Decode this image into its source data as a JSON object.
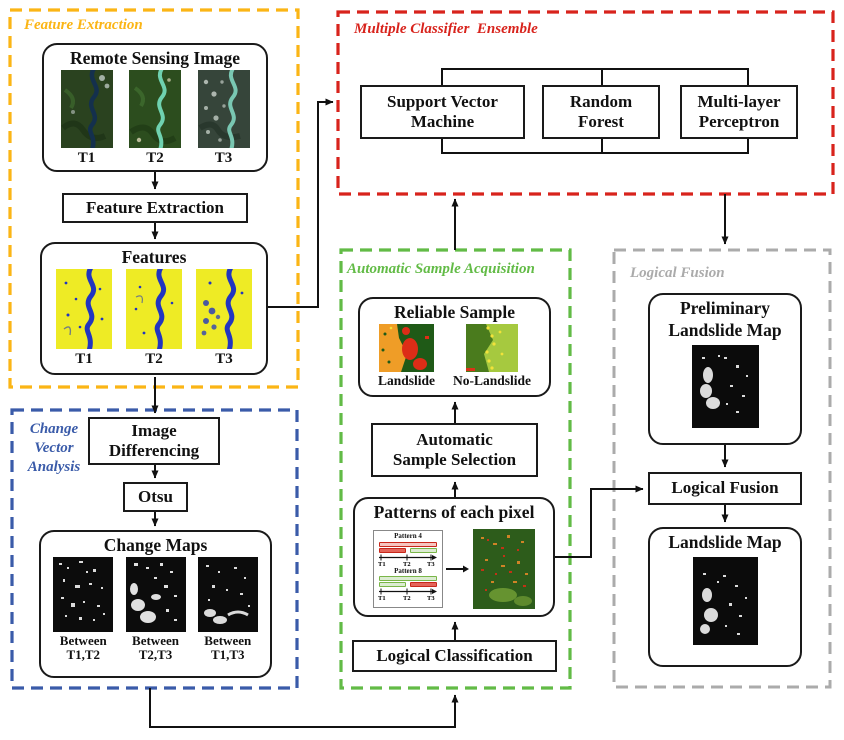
{
  "groups": {
    "feature_extraction": {
      "title": "Feature Extraction",
      "color": "#FBB515"
    },
    "classifier_ensemble": {
      "title": "Multiple Classifier  Ensemble",
      "color": "#D8231C"
    },
    "change_vector_analysis": {
      "title": "Change\nVector\nAnalysis",
      "color": "#3A5BA9"
    },
    "sample_acquisition": {
      "title": "Automatic Sample Acquisition",
      "color": "#62BB46"
    },
    "logical_fusion": {
      "title": "Logical Fusion",
      "color": "#ABABAB"
    }
  },
  "nodes": {
    "remote_sensing_image": {
      "title": "Remote Sensing Image",
      "labels": [
        "T1",
        "T2",
        "T3"
      ]
    },
    "feature_extraction": {
      "label": "Feature Extraction"
    },
    "features": {
      "title": "Features",
      "labels": [
        "T1",
        "T2",
        "T3"
      ]
    },
    "image_differencing": {
      "label": "Image\nDifferencing"
    },
    "otsu": {
      "label": "Otsu"
    },
    "change_maps": {
      "title": "Change Maps",
      "labels": [
        "Between\nT1,T2",
        "Between\nT2,T3",
        "Between\nT1,T3"
      ]
    },
    "support_vector_machine": {
      "label": "Support Vector\nMachine"
    },
    "random_forest": {
      "label": "Random\nForest"
    },
    "multilayer_perceptron": {
      "label": "Multi-layer\nPerceptron"
    },
    "reliable_sample": {
      "title": "Reliable Sample",
      "labels": [
        "Landslide",
        "No-Landslide"
      ]
    },
    "automatic_sample_selection": {
      "label": "Automatic\nSample Selection"
    },
    "patterns": {
      "title": "Patterns of each pixel",
      "pattern4_label": "Pattern 4",
      "pattern8_label": "Pattern 8",
      "axis": [
        "T1",
        "T2",
        "T3"
      ]
    },
    "logical_classification": {
      "label": "Logical Classification"
    },
    "preliminary_landslide_map": {
      "title": "Preliminary\nLandslide Map"
    },
    "logical_fusion": {
      "label": "Logical Fusion"
    },
    "landslide_map": {
      "title": "Landslide Map"
    }
  }
}
